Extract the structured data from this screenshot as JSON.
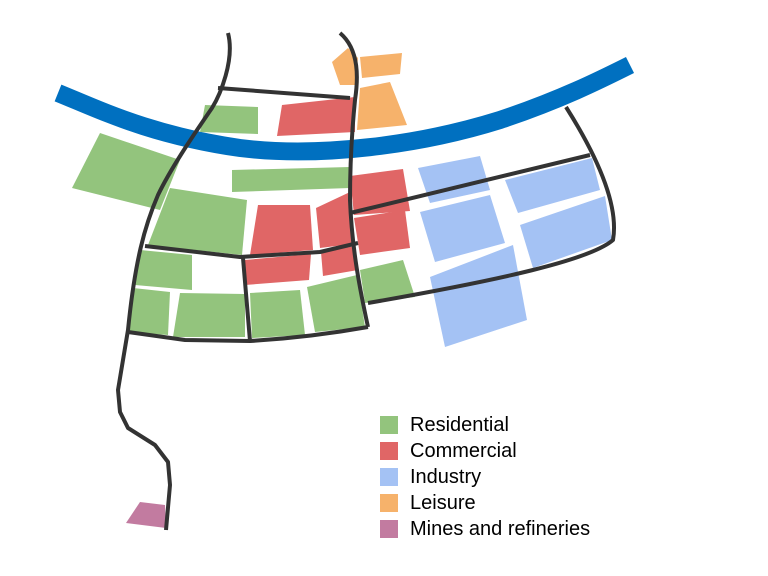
{
  "legend": [
    {
      "label": "Residential",
      "color": "#93c47d"
    },
    {
      "label": "Commercial",
      "color": "#e06666"
    },
    {
      "label": "Industry",
      "color": "#a4c2f4"
    },
    {
      "label": "Leisure",
      "color": "#f6b26b"
    },
    {
      "label": "Mines and refineries",
      "color": "#c27ba0"
    }
  ],
  "colors": {
    "river": "#0070c0",
    "road": "#333333"
  }
}
